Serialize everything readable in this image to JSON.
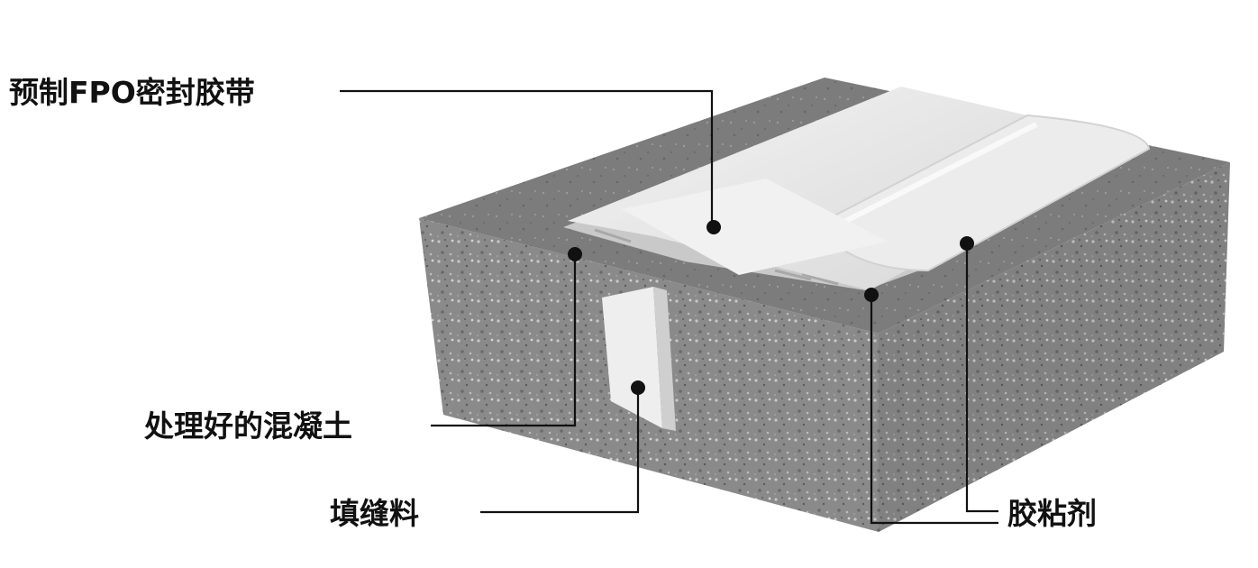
{
  "labels": {
    "membrane": "预制FPO密封胶带",
    "concrete": "处理好的混凝土",
    "filler": "填缝料",
    "adhesive": "胶粘剂"
  },
  "colors": {
    "concrete_top": "#7a7a7a",
    "concrete_side": "#8c8c8c",
    "membrane": "#e6e6e6",
    "filler": "#eeeeee",
    "leader_line": "#111111"
  }
}
